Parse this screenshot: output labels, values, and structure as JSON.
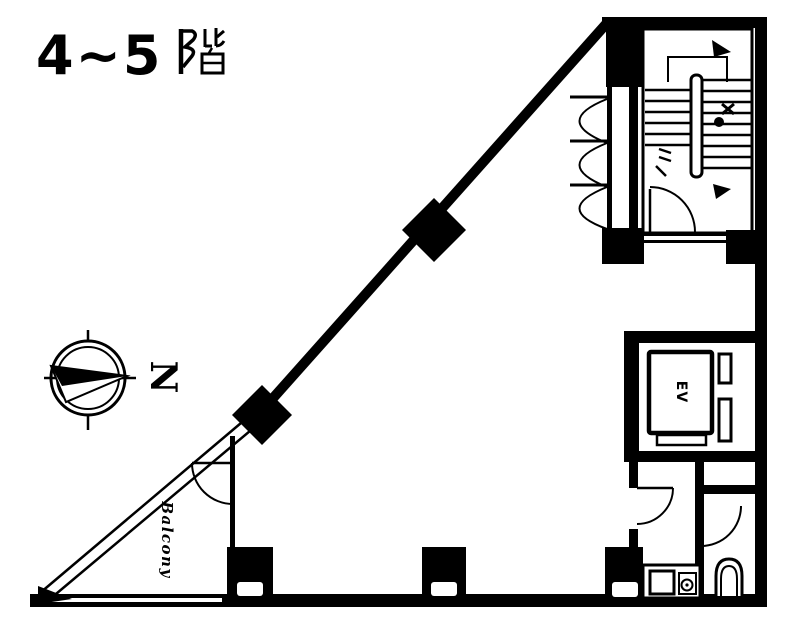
{
  "page": {
    "background_color": "#ffffff",
    "ink_color": "#000000",
    "description_labels": {
      "drawing_type": "floor-plan"
    }
  },
  "title": {
    "text": "4〜5階",
    "display_prefix": "4~5",
    "kanji_suffix": "階"
  },
  "compass": {
    "north_label": "N",
    "icon": "compass-rose-icon"
  },
  "rooms": {
    "balcony_label": "Balcony",
    "elevator_label": "EV"
  },
  "icons": [
    "compass-rose-icon",
    "stair-treads-icon",
    "stair-direction-arrow-icon",
    "door-swing-arc-icon",
    "toilet-icon",
    "sink-icon",
    "column-diamond-icon"
  ]
}
